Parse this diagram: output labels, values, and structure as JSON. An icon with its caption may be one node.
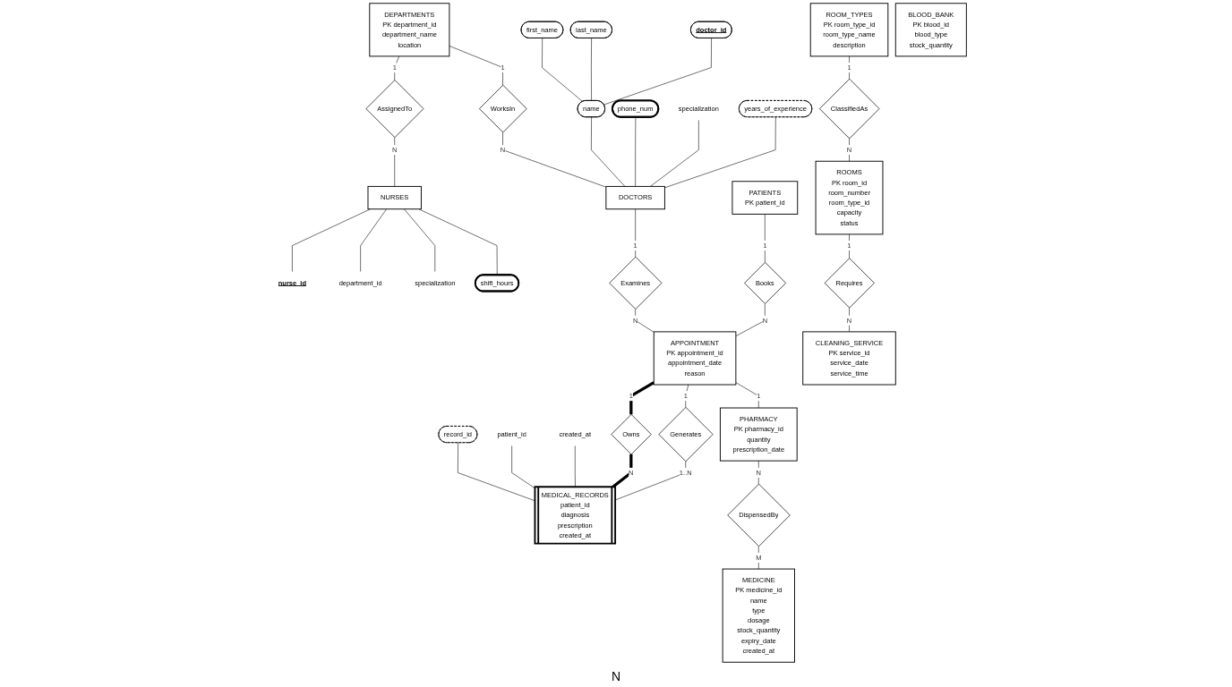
{
  "diagram": {
    "nodes": [
      {
        "text": [
          "DEPARTMENTS",
          "PK department_id",
          "department_name",
          "location"
        ]
      },
      {
        "text": [
          "WorksIn"
        ]
      },
      {
        "text": [
          "AssignedTo"
        ]
      },
      {
        "text": [
          "first_name"
        ]
      },
      {
        "text": [
          "last_name"
        ]
      },
      {
        "text": [
          "doctor_id"
        ]
      },
      {
        "text": [
          "name"
        ]
      },
      {
        "text": [
          "phone_num"
        ]
      },
      {
        "text": [
          "specialization"
        ]
      },
      {
        "text": [
          "years_of_experience"
        ]
      },
      {
        "text": [
          "DOCTORS"
        ]
      },
      {
        "text": [
          "NURSES"
        ]
      },
      {
        "text": [
          "nurse_id"
        ]
      },
      {
        "text": [
          "department_id"
        ]
      },
      {
        "text": [
          "specialization"
        ]
      },
      {
        "text": [
          "shift_hours"
        ]
      },
      {
        "text": [
          "Examines"
        ]
      },
      {
        "text": [
          "record_id"
        ]
      },
      {
        "text": [
          "patient_id"
        ]
      },
      {
        "text": [
          "created_at"
        ]
      },
      {
        "text": [
          "MEDICINE",
          "PK medicine_id",
          "name",
          "type",
          "dosage",
          "stock_quantity",
          "expiry_date",
          "created_at"
        ]
      },
      {
        "text": [
          "PATIENTS",
          "PK patient_id"
        ]
      },
      {
        "text": [
          "Books"
        ]
      },
      {
        "text": [
          "APPOINTMENT",
          "PK appointment_id",
          "appointment_date",
          "reason"
        ]
      },
      {
        "text": [
          "Owns"
        ]
      },
      {
        "text": [
          "MEDICAL_RECORDS",
          "patient_id",
          "diagnosis",
          "prescription",
          "created_at"
        ]
      },
      {
        "text": [
          "Generates"
        ]
      },
      {
        "text": [
          "ROOM_TYPES",
          "PK room_type_id",
          "room_type_name",
          "description"
        ]
      },
      {
        "text": [
          "PHARMACY",
          "PK pharmacy_id",
          "quantity",
          "prescription_date"
        ]
      },
      {
        "text": [
          "DispensedBy"
        ]
      },
      {
        "text": [
          "ClassifiedAs"
        ]
      },
      {
        "text": [
          "ROOMS",
          "PK room_id",
          "room_number",
          "room_type_id",
          "capacity",
          "status"
        ]
      },
      {
        "text": [
          "Requires"
        ]
      },
      {
        "text": [
          "CLEANING_SERVICE",
          "PK service_id",
          "service_date",
          "service_time"
        ]
      },
      {
        "text": [
          "BLOOD_BANK",
          "PK blood_id",
          "blood_type",
          "stock_quantity"
        ]
      }
    ],
    "edges": [
      {
        "from": 0,
        "to": 1,
        "arrow": "none",
        "label": "1"
      },
      {
        "from": 0,
        "to": 2,
        "arrow": "none",
        "label": "1"
      },
      {
        "from": 1,
        "to": 10,
        "arrow": "none",
        "label": "N"
      },
      {
        "from": 2,
        "to": 11,
        "arrow": "none",
        "label": "N"
      },
      {
        "from": 3,
        "to": 6,
        "arrow": "none"
      },
      {
        "from": 4,
        "to": 6,
        "arrow": "none"
      },
      {
        "from": 5,
        "to": 6,
        "arrow": "none"
      },
      {
        "from": 6,
        "to": 10,
        "arrow": "none"
      },
      {
        "from": 7,
        "to": 10,
        "arrow": "none"
      },
      {
        "from": 8,
        "to": 10,
        "arrow": "none"
      },
      {
        "from": 9,
        "to": 10,
        "arrow": "none"
      },
      {
        "from": 11,
        "to": 12,
        "arrow": "none"
      },
      {
        "from": 11,
        "to": 13,
        "arrow": "none"
      },
      {
        "from": 11,
        "to": 14,
        "arrow": "none"
      },
      {
        "from": 11,
        "to": 15,
        "arrow": "none"
      },
      {
        "from": 10,
        "to": 16,
        "arrow": "none",
        "label": "1"
      },
      {
        "from": 16,
        "to": 23,
        "arrow": "none",
        "label": "N"
      },
      {
        "from": 17,
        "to": 25,
        "arrow": "none"
      },
      {
        "from": 18,
        "to": 25,
        "arrow": "none"
      },
      {
        "from": 19,
        "to": 25,
        "arrow": "none"
      },
      {
        "from": 21,
        "to": 22,
        "arrow": "none",
        "label": "1"
      },
      {
        "from": 22,
        "to": 23,
        "arrow": "none",
        "label": "N"
      },
      {
        "from": 23,
        "to": 24,
        "arrow": "none",
        "label": "1",
        "style": "thick"
      },
      {
        "from": 24,
        "to": 25,
        "arrow": "none",
        "label": "N",
        "style": "thick"
      },
      {
        "from": 23,
        "to": 26,
        "arrow": "none",
        "label": "1"
      },
      {
        "from": 26,
        "to": 25,
        "arrow": "none",
        "label": "1..N"
      },
      {
        "from": 23,
        "to": 28,
        "arrow": "none",
        "label": "1"
      },
      {
        "from": 28,
        "to": 29,
        "arrow": "none",
        "label": "N"
      },
      {
        "from": 29,
        "to": 20,
        "arrow": "none",
        "label": "M"
      },
      {
        "from": 27,
        "to": 30,
        "arrow": "none",
        "label": "1"
      },
      {
        "from": 30,
        "to": 31,
        "arrow": "none",
        "label": "N"
      },
      {
        "from": 31,
        "to": 32,
        "arrow": "none",
        "label": "1"
      },
      {
        "from": 32,
        "to": 33,
        "arrow": "none",
        "label": "N"
      }
    ],
    "labels": [
      "N"
    ]
  }
}
